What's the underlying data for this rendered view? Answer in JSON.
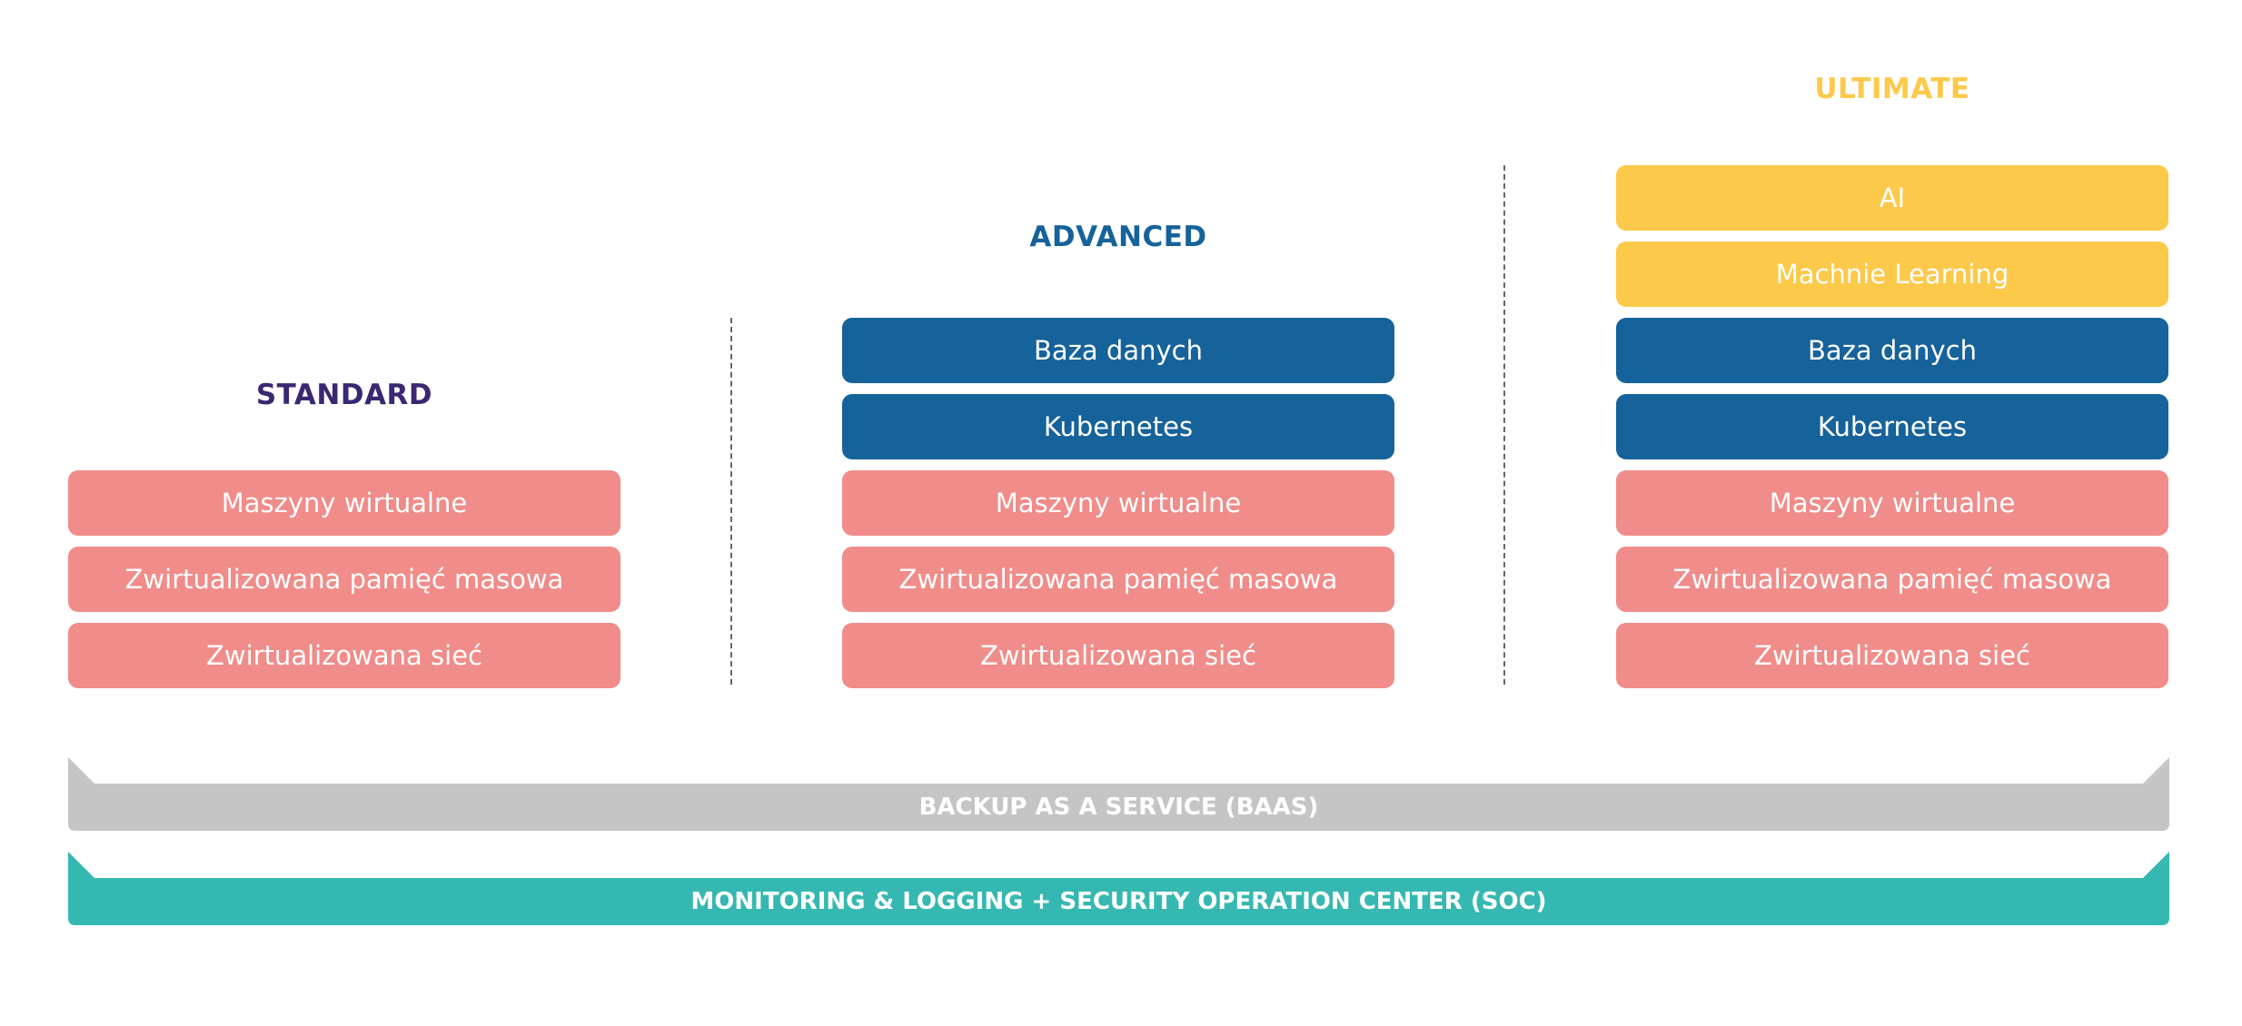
{
  "tiers": [
    {
      "title": "STANDARD",
      "title_color": "#3b2872",
      "boxes": [
        "Maszyny wirtualne",
        "Zwirtualizowana pamięć masowa",
        "Zwirtualizowana sieć"
      ]
    },
    {
      "title": "ADVANCED",
      "title_color": "#16629a",
      "boxes": [
        "Baza danych",
        "Kubernetes",
        "Maszyny wirtualne",
        "Zwirtualizowana pamięć masowa",
        "Zwirtualizowana sieć"
      ]
    },
    {
      "title": "ULTIMATE",
      "title_color": "#fcc94a",
      "boxes": [
        "AI",
        "Machnie Learning",
        "Baza danych",
        "Kubernetes",
        "Maszyny wirtualne",
        "Zwirtualizowana pamięć masowa",
        "Zwirtualizowana sieć"
      ]
    }
  ],
  "bands": {
    "baas": {
      "label": "BACKUP AS A SERVICE (BAAS)",
      "color": "#c5c5c5"
    },
    "soc": {
      "label": "MONITORING & LOGGING + SECURITY OPERATION CENTER (SOC)",
      "color": "#36b8b2"
    }
  },
  "colors": {
    "infrastructure": "#f08c89",
    "platform": "#16629a",
    "intelligence": "#fcc94a"
  }
}
